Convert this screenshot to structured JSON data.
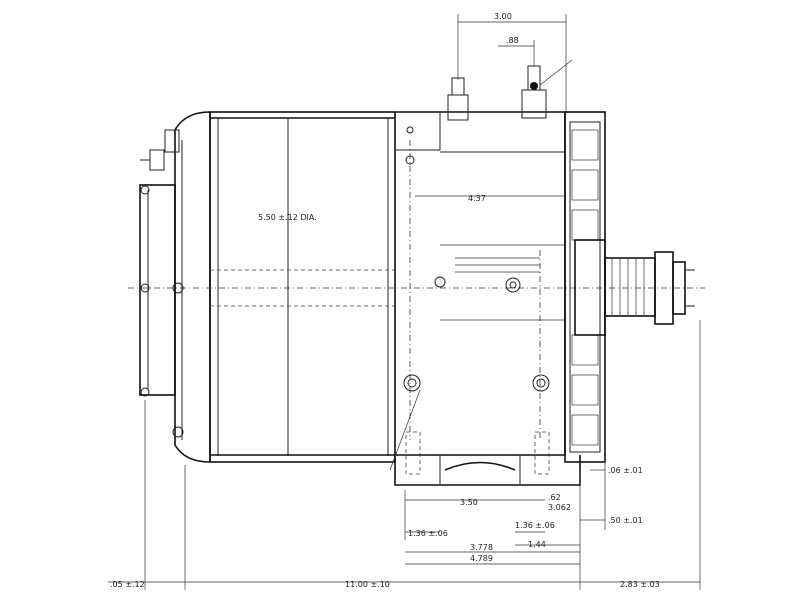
{
  "dimensions": {
    "top_overall": "3.00",
    "terminal_spacing": ".88",
    "body_diameter": "5.50 ±.12 DIA.",
    "offset_437": "4.37",
    "mount_spacing": "3.50",
    "small_62": ".62",
    "small_3062": "3.062",
    "left_136": "1.36 ±.06",
    "right_136": "1.36 ±.06",
    "d_3778": "3.778",
    "d_4789": "4.789",
    "d_144": "1.44",
    "right_50": ".50 ±.01",
    "right_06": ".06 ±.01",
    "bottom_left": ".05 ±.12",
    "bottom_overall": "11.00 ±.10",
    "bottom_right": "2.83 ±.03"
  }
}
